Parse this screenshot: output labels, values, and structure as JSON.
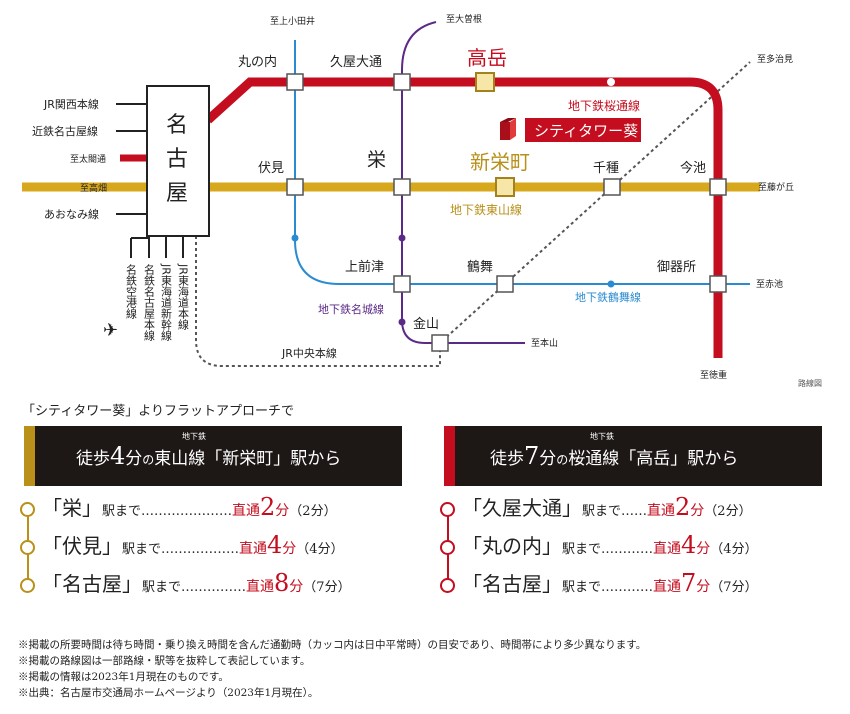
{
  "map": {
    "stations": {
      "marunouchi": "丸の内",
      "hisaya_odori": "久屋大通",
      "takaoka": "高岳",
      "nagoya": "名古屋",
      "fushimi": "伏見",
      "sakae": "栄",
      "shin_sakaemachi": "新栄町",
      "chikusa": "千種",
      "imaike": "今池",
      "kamimaezu": "上前津",
      "tsurumai": "鶴舞",
      "gokiso": "御器所",
      "kanayama": "金山"
    },
    "lines": {
      "sakuradori": "地下鉄桜通線",
      "higashiyama": "地下鉄東山線",
      "meijo": "地下鉄名城線",
      "tsurumai": "地下鉄鶴舞線",
      "jr_chuo": "JR中央本線"
    },
    "left_lines": {
      "jr_kansai": "JR関西本線",
      "kintetsu": "近鉄名古屋線",
      "to_taikotsu": "至太閤通",
      "to_takabata": "至高畑",
      "aonami": "あおなみ線"
    },
    "vertical_lines": {
      "meitetsu_airport": "名鉄空港線",
      "meitetsu_nagoya": "名鉄名古屋本線",
      "jr_tokaido_shinkansen": "JR東海道新幹線",
      "jr_tokaido": "JR東海道本線"
    },
    "directions": {
      "kami_otai": "至上小田井",
      "ozone": "至大曽根",
      "tajimi": "至多治見",
      "fujigaoka": "至藤が丘",
      "akaike": "至赤池",
      "tokushige": "至徳重",
      "motoyama": "至本山"
    },
    "property": "シティタワー葵",
    "legend": "路線図"
  },
  "intro": "「シティタワー葵」よりフラットアプローチで",
  "panels": [
    {
      "color": "#b8901a",
      "pre": "徒歩",
      "num": "4",
      "unit": "分",
      "no": "の",
      "ruby": "地下鉄",
      "line": "東山線",
      "station": "「新栄町」",
      "post": "駅から",
      "rows": [
        {
          "station": "「栄」",
          "suffix": "駅まで",
          "dots": "…………………",
          "direct": "直通",
          "min": "2",
          "fun": "分",
          "paren": "（2分）"
        },
        {
          "station": "「伏見」",
          "suffix": "駅まで",
          "dots": "………………",
          "direct": "直通",
          "min": "4",
          "fun": "分",
          "paren": "（4分）"
        },
        {
          "station": "「名古屋」",
          "suffix": "駅まで",
          "dots": "……………",
          "direct": "直通",
          "min": "8",
          "fun": "分",
          "paren": "（7分）"
        }
      ]
    },
    {
      "color": "#c40d1e",
      "pre": "徒歩",
      "num": "7",
      "unit": "分",
      "no": "の",
      "ruby": "地下鉄",
      "line": "桜通線",
      "station": "「高岳」",
      "post": "駅から",
      "rows": [
        {
          "station": "「久屋大通」",
          "suffix": "駅まで",
          "dots": "……",
          "direct": "直通",
          "min": "2",
          "fun": "分",
          "paren": "（2分）"
        },
        {
          "station": "「丸の内」",
          "suffix": "駅まで",
          "dots": "…………",
          "direct": "直通",
          "min": "4",
          "fun": "分",
          "paren": "（4分）"
        },
        {
          "station": "「名古屋」",
          "suffix": "駅まで",
          "dots": "…………",
          "direct": "直通",
          "min": "7",
          "fun": "分",
          "paren": "（7分）"
        }
      ]
    }
  ],
  "notes": [
    "※掲載の所要時間は待ち時間・乗り換え時間を含んだ通勤時（カッコ内は日中平常時）の目安であり、時間帯により多少異なります。",
    "※掲載の路線図は一部路線・駅等を抜粋して表記しています。",
    "※掲載の情報は2023年1月現在のものです。",
    "※出典：名古屋市交通局ホームページより（2023年1月現在）。"
  ],
  "colors": {
    "sakuradori": "#c40d1e",
    "higashiyama": "#d8a81c",
    "meijo": "#5b2a86",
    "tsurumai": "#2a8bd0",
    "panel_bg": "#1d1716"
  }
}
